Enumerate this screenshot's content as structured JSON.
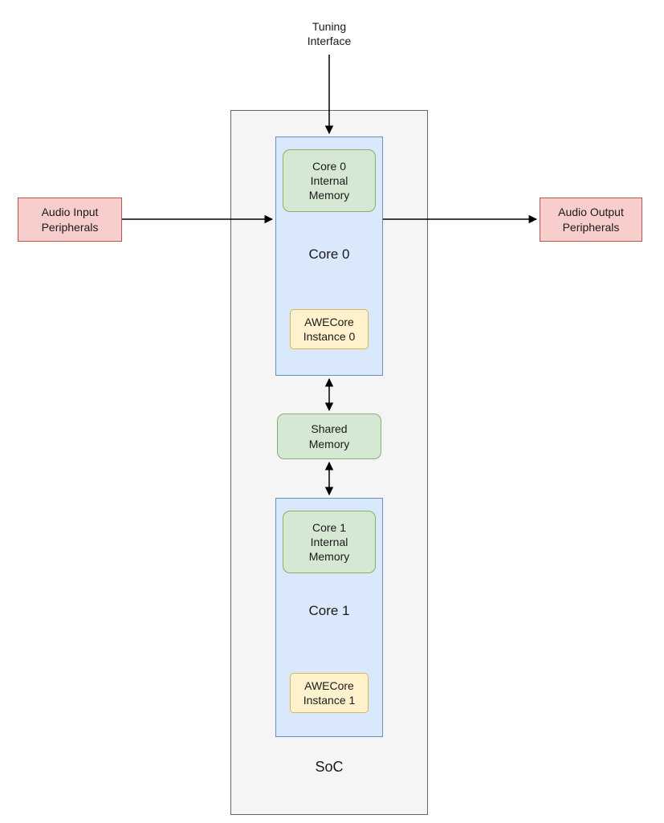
{
  "nodes": {
    "tuning_interface": {
      "label": "Tuning\nInterface"
    },
    "audio_input": {
      "label": "Audio Input\nPeripherals"
    },
    "audio_output": {
      "label": "Audio Output\nPeripherals"
    },
    "soc": {
      "label": "SoC"
    },
    "core0": {
      "label": "Core 0"
    },
    "core0_memory": {
      "label": "Core 0\nInternal\nMemory"
    },
    "awecore0": {
      "label": "AWECore\nInstance 0"
    },
    "shared_memory": {
      "label": "Shared\nMemory"
    },
    "core1": {
      "label": "Core 1"
    },
    "core1_memory": {
      "label": "Core 1\nInternal\nMemory"
    },
    "awecore1": {
      "label": "AWECore\nInstance 1"
    }
  },
  "colors": {
    "gray_fill": "#f5f5f5",
    "gray_stroke": "#666666",
    "blue_fill": "#dae8fc",
    "blue_stroke": "#6c8ebf",
    "green_fill": "#d5e8d4",
    "green_stroke": "#82b366",
    "yellow_fill": "#fff2cc",
    "yellow_stroke": "#d6b656",
    "red_fill": "#f8cecc",
    "red_stroke": "#b85450",
    "arrow": "#000000"
  }
}
